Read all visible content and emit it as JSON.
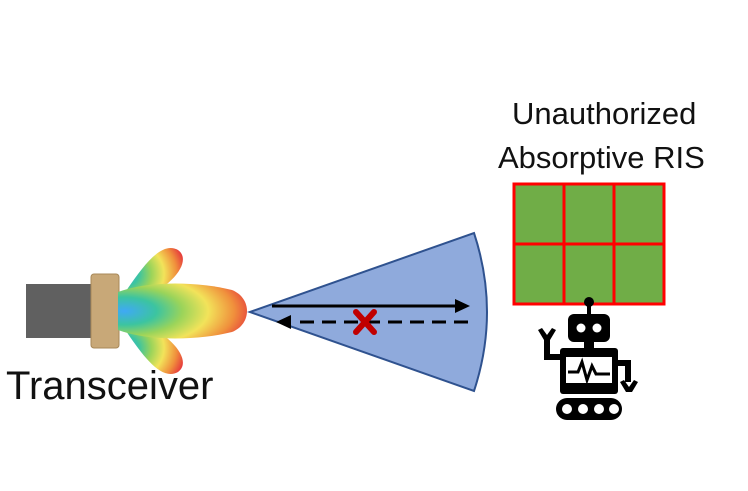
{
  "labels": {
    "ris_line1": "Unauthorized",
    "ris_line2": "Absorptive RIS",
    "transceiver": "Transceiver"
  },
  "colors": {
    "ris_fill": "#70ad47",
    "ris_grid": "#ff0000",
    "cone_fill": "#8faadc",
    "cone_stroke": "#2f528f",
    "block_mark": "#c00000",
    "handle": "#606060",
    "flange": "#c8a878",
    "robot": "#000000"
  },
  "icons": [
    "transceiver-antenna-icon",
    "radiation-pattern-icon",
    "beam-cone-icon",
    "blocked-x-icon",
    "robot-icon"
  ],
  "ris": {
    "rows": 2,
    "cols": 3
  }
}
